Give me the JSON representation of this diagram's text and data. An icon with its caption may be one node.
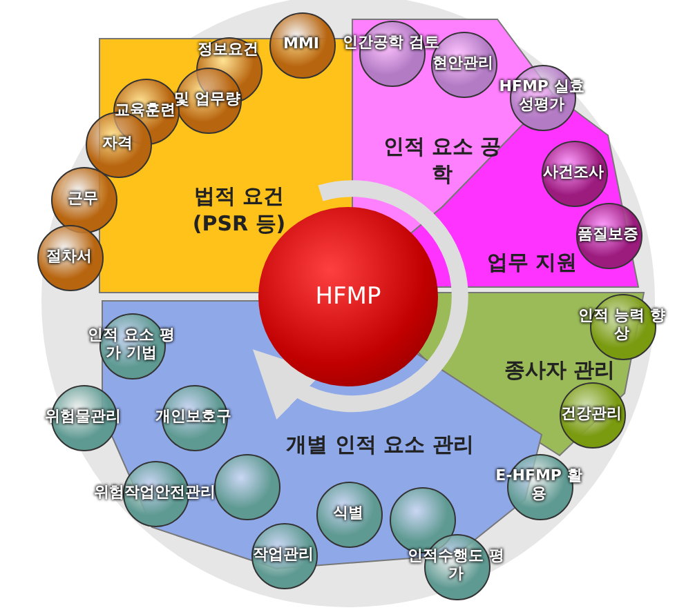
{
  "diagram": {
    "nodes": [
      {
        "text": [
          "HFMP"
        ]
      },
      {
        "text": [
          "법적 요건 (PSR 등)"
        ]
      },
      {
        "text": [
          "인적 요소 공학"
        ]
      },
      {
        "text": [
          "업무 지원"
        ]
      },
      {
        "text": [
          "종사자 관리"
        ]
      },
      {
        "text": [
          "개별 인적 요소 관리"
        ]
      },
      {
        "text": [
          "정보요건"
        ]
      },
      {
        "text": [
          "MMI"
        ]
      },
      {
        "text": [
          "및 업무량"
        ]
      },
      {
        "text": [
          "교육훈련"
        ]
      },
      {
        "text": [
          "자격"
        ]
      },
      {
        "text": [
          "근무"
        ]
      },
      {
        "text": [
          "절차서"
        ]
      },
      {
        "text": [
          "인간공학 검토"
        ]
      },
      {
        "text": [
          "현안관리"
        ]
      },
      {
        "text": [
          "HFMP 실효성평가"
        ]
      },
      {
        "text": [
          "사건조사"
        ]
      },
      {
        "text": [
          "품질보증"
        ]
      },
      {
        "text": [
          "인적 능력 향상"
        ]
      },
      {
        "text": [
          "건강관리"
        ]
      },
      {
        "text": [
          "인적 요소 평가 기법"
        ]
      },
      {
        "text": [
          "위험물관리"
        ]
      },
      {
        "text": [
          "개인보호구"
        ]
      },
      {
        "text": [
          "위험작업안전관리"
        ]
      },
      {
        "text": [],
        "shape": "circle"
      },
      {
        "text": [
          "식별"
        ]
      },
      {
        "text": [],
        "shape": "circle"
      },
      {
        "text": [
          "작업관리"
        ]
      },
      {
        "text": [
          "인적수행도 평가"
        ]
      },
      {
        "text": [
          "E-HFMP 활용"
        ]
      }
    ]
  }
}
